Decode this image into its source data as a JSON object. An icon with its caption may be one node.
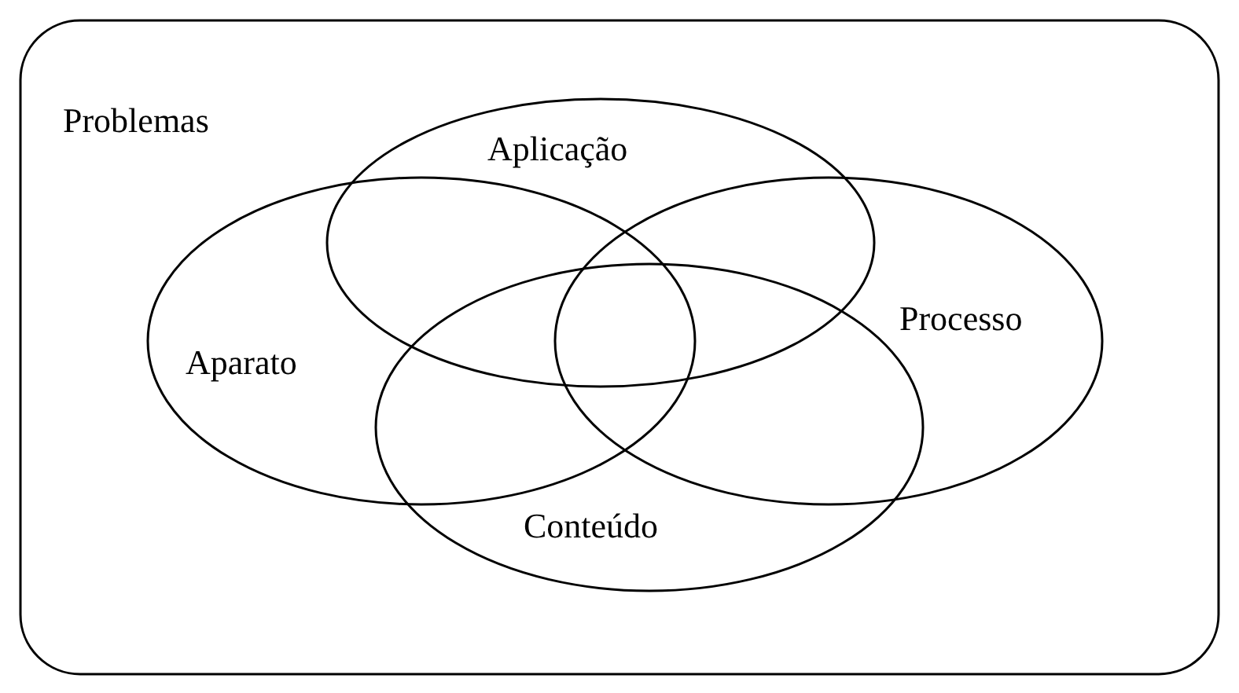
{
  "diagram": {
    "nodes": [
      {
        "text": [
          "Problemas"
        ]
      },
      {
        "text": [
          "Aplicação"
        ],
        "in": 0
      },
      {
        "text": [
          "Aparato"
        ],
        "in": 0
      },
      {
        "text": [
          "Processo"
        ],
        "in": 0
      },
      {
        "text": [
          "Conteúdo"
        ],
        "in": 0
      }
    ],
    "edges": []
  }
}
